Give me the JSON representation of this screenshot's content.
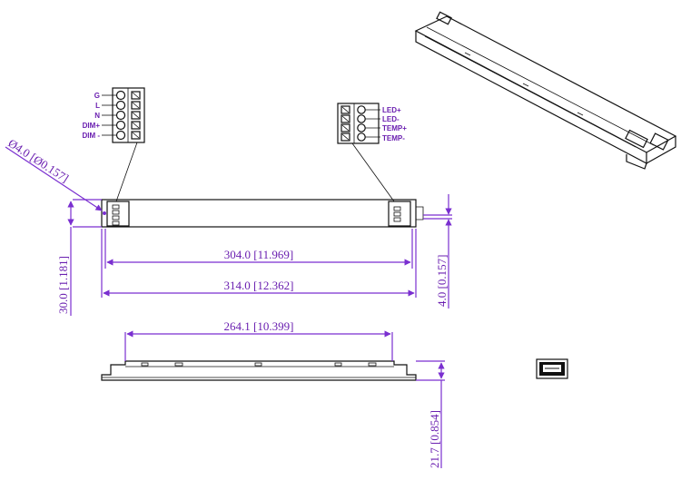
{
  "terminals_left": {
    "labels": [
      "G",
      "L",
      "N",
      "DIM+",
      "DIM -"
    ]
  },
  "terminals_right": {
    "labels": [
      "LED+",
      "LED-",
      "TEMP+",
      "TEMP-"
    ]
  },
  "dimensions": {
    "hole_diameter": "Ø4.0 [Ø0.157]",
    "mount_spacing": "304.0 [11.969]",
    "overall_length": "314.0 [12.362]",
    "width": "30.0 [1.181]",
    "tab_offset": "4.0 [0.157]",
    "side_length": "264.1 [10.399]",
    "height": "21.7 [0.854]"
  },
  "colors": {
    "dimension": "#7a2fd0",
    "outline": "#111111"
  }
}
